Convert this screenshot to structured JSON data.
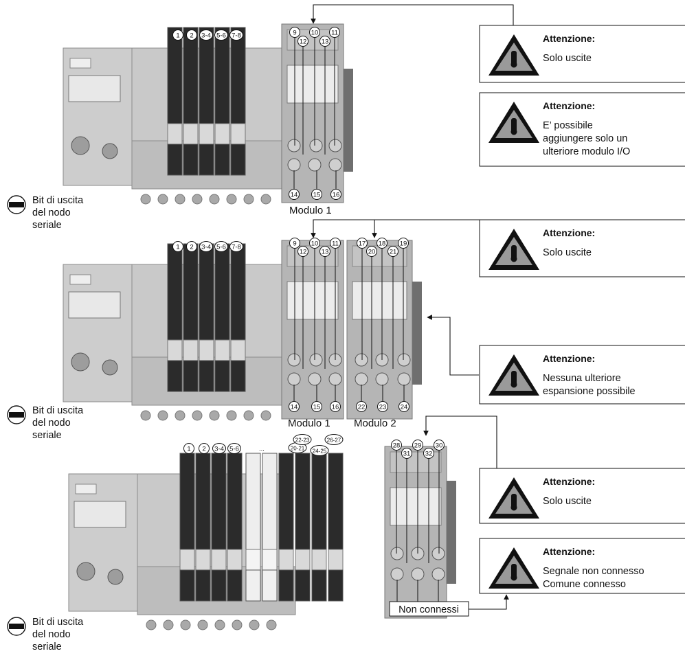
{
  "colors": {
    "line": "#111111",
    "module_gray": "#b5b5b5",
    "module_dark": "#2b2b2b",
    "warning_fill": "#9a9a9a"
  },
  "diagram_1": {
    "top_labels": [
      "1",
      "2",
      "3-4",
      "5-6",
      "7-8"
    ],
    "module_1_top": [
      "9",
      "12",
      "10",
      "13",
      "11"
    ],
    "module_1_bottom": [
      "14",
      "15",
      "16"
    ],
    "module_1_label": "Modulo 1",
    "bit_label": [
      "Bit di uscita",
      "del nodo",
      "seriale"
    ]
  },
  "diagram_2": {
    "top_labels": [
      "1",
      "2",
      "3-4",
      "5-6",
      "7-8"
    ],
    "module_1_top": [
      "9",
      "12",
      "10",
      "13",
      "11"
    ],
    "module_1_bottom": [
      "14",
      "15",
      "16"
    ],
    "module_1_label": "Modulo 1",
    "module_2_top": [
      "17",
      "20",
      "18",
      "21",
      "19"
    ],
    "module_2_bottom": [
      "22",
      "23",
      "24"
    ],
    "module_2_label": "Modulo 2",
    "bit_label": [
      "Bit di uscita",
      "del nodo",
      "seriale"
    ]
  },
  "diagram_3": {
    "top_labels": [
      "1",
      "2",
      "3-4",
      "5-6"
    ],
    "ellipsis": "...",
    "top_labels_right": [
      "20-21",
      "22-23",
      "24-25",
      "26-27"
    ],
    "module_top": [
      "28",
      "31",
      "29",
      "32",
      "30"
    ],
    "not_connected": "Non connessi",
    "bit_label": [
      "Bit di uscita",
      "del nodo",
      "seriale"
    ]
  },
  "warnings": [
    {
      "title": "Attenzione:",
      "lines": [
        "Solo uscite"
      ]
    },
    {
      "title": "Attenzione:",
      "lines": [
        "E’ possibile",
        "aggiungere solo un",
        "ulteriore modulo I/O"
      ]
    },
    {
      "title": "Attenzione:",
      "lines": [
        "Solo uscite"
      ]
    },
    {
      "title": "Attenzione:",
      "lines": [
        "Nessuna ulteriore",
        "espansione possibile"
      ]
    },
    {
      "title": "Attenzione:",
      "lines": [
        "Solo uscite"
      ]
    },
    {
      "title": "Attenzione:",
      "lines": [
        "Segnale non connesso",
        "Comune connesso"
      ]
    }
  ]
}
